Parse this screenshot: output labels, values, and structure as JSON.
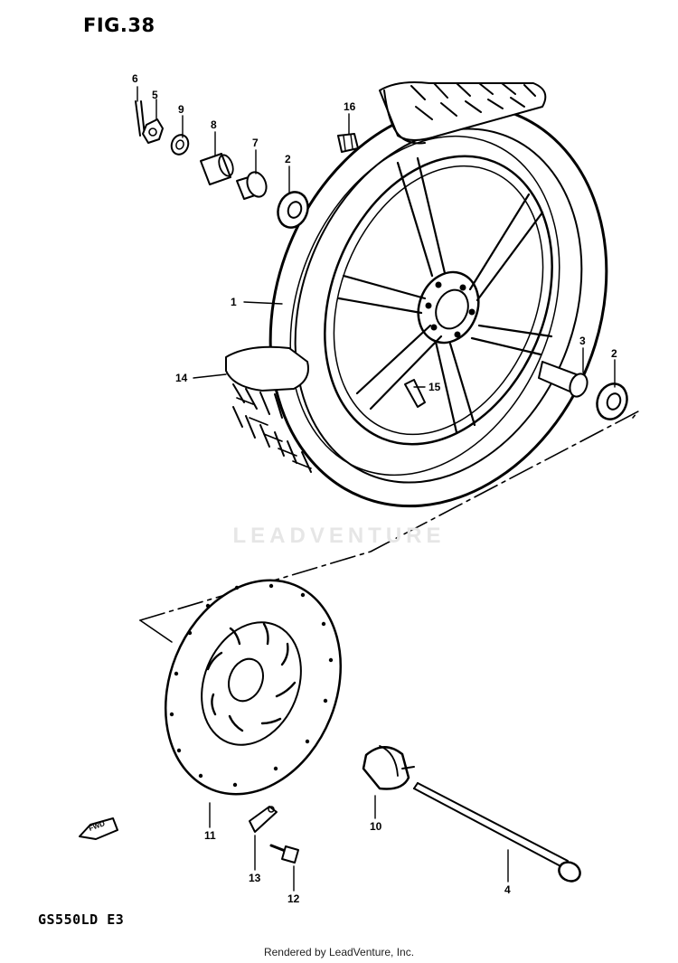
{
  "figure_title": "FIG.38",
  "model_code": "GS550LD E3",
  "footer_text": "Rendered by LeadVenture, Inc.",
  "watermark_text": "LEADVENTURE",
  "callouts": {
    "c1": "1",
    "c2a": "2",
    "c2b": "2",
    "c3": "3",
    "c4": "4",
    "c5": "5",
    "c6": "6",
    "c7": "7",
    "c8": "8",
    "c9": "9",
    "c10": "10",
    "c11": "11",
    "c12": "12",
    "c13": "13",
    "c14": "14",
    "c15": "15",
    "c16": "16"
  },
  "fwd_arrow_text": "FWD",
  "colors": {
    "ink": "#000000",
    "paper": "#ffffff",
    "watermark": "#e6e6e6"
  }
}
